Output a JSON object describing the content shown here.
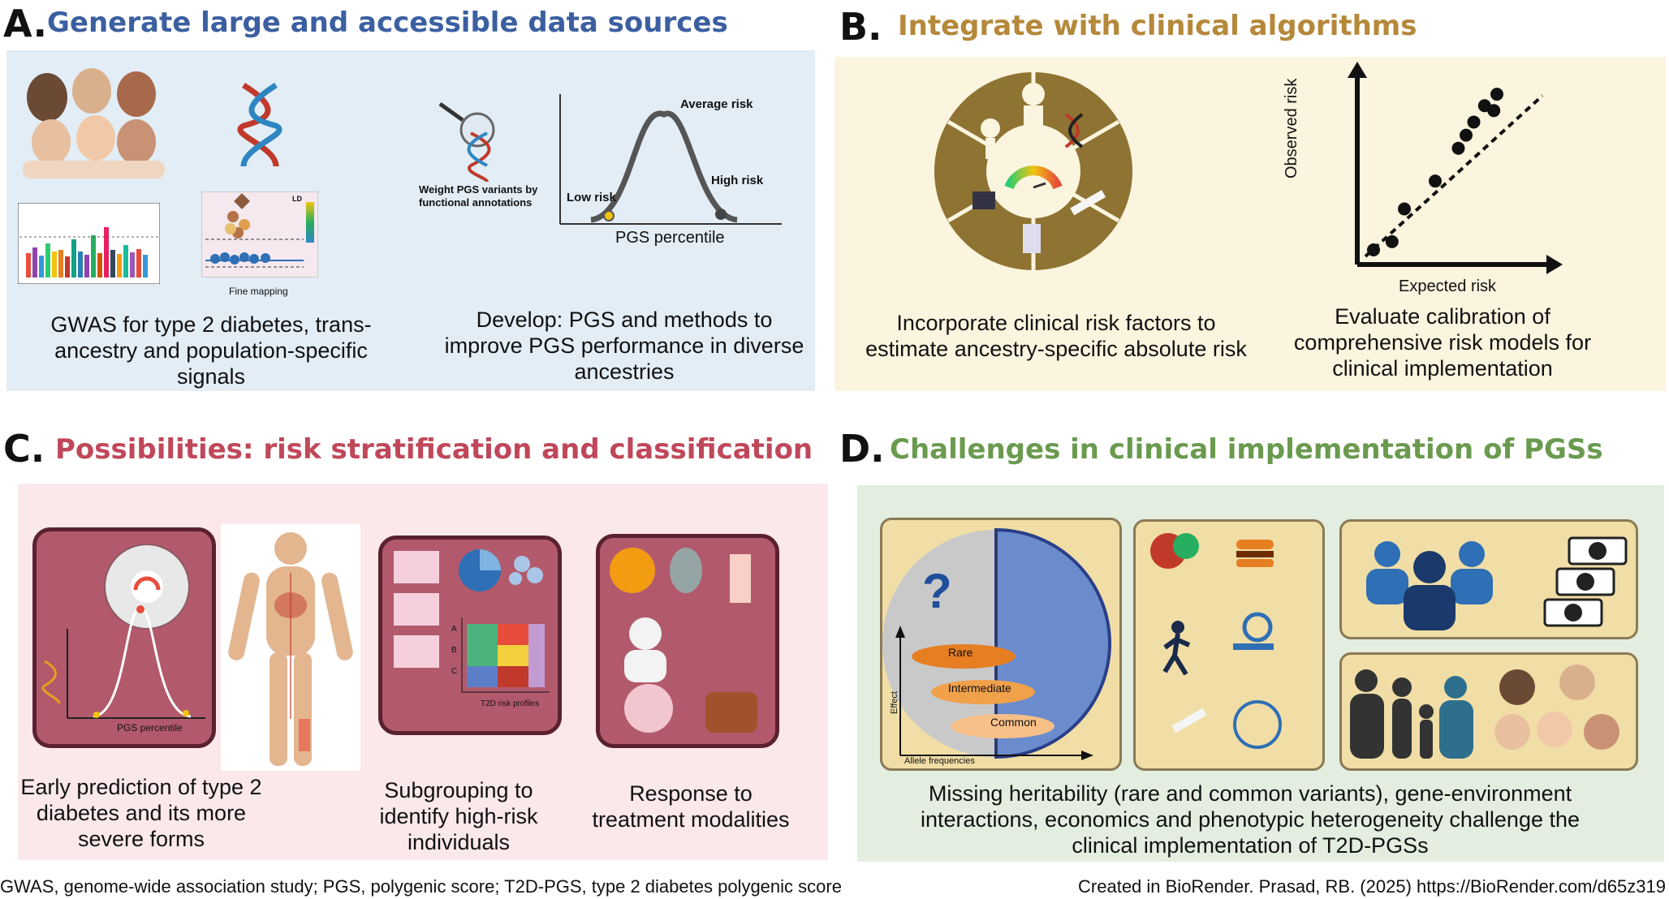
{
  "colors": {
    "panel_a_bg": "#e2edf6",
    "panel_b_bg": "#fbf4de",
    "panel_c_bg": "#fae8ea",
    "panel_d_bg": "#e3ede0",
    "title_a": "#3b5fa0",
    "title_b": "#b5883a",
    "title_c": "#c0475a",
    "title_d": "#6a9a4e"
  },
  "panel_a": {
    "letter": "A.",
    "title": "Generate large and accessible data sources",
    "fine_mapping": "Fine mapping",
    "ld": "LD",
    "weight_label_1": "Weight PGS variants by",
    "weight_label_2": "functional annotations",
    "curve_average": "Average risk",
    "curve_low": "Low risk",
    "curve_high": "High risk",
    "curve_xlabel": "PGS percentile",
    "caption_left": "GWAS for type 2 diabetes, trans-ancestry and population-specific signals",
    "caption_right": "Develop: PGS and methods to improve PGS performance in diverse ancestries"
  },
  "panel_b": {
    "letter": "B.",
    "title": "Integrate with clinical algorithms",
    "xlabel": "Expected risk",
    "ylabel": "Observed risk",
    "caption_left": "Incorporate clinical risk factors to estimate ancestry-specific absolute risk",
    "caption_right": "Evaluate calibration of comprehensive risk models for clinical implementation",
    "scatter": [
      [
        0.0,
        0.0
      ],
      [
        0.12,
        0.05
      ],
      [
        0.2,
        0.25
      ],
      [
        0.4,
        0.42
      ],
      [
        0.55,
        0.62
      ],
      [
        0.6,
        0.7
      ],
      [
        0.65,
        0.78
      ],
      [
        0.72,
        0.88
      ],
      [
        0.78,
        0.85
      ],
      [
        0.8,
        0.95
      ]
    ]
  },
  "panel_c": {
    "letter": "C.",
    "title": "Possibilities: risk stratification and classification",
    "pgs_percentile": "PGS percentile",
    "t2d_profiles": "T2D risk profiles",
    "group_labels": [
      "A",
      "B",
      "C"
    ],
    "caption_1": "Early prediction of type 2 diabetes and its more severe forms",
    "caption_2": "Subgrouping to identify high-risk individuals",
    "caption_3": "Response to treatment modalities"
  },
  "panel_d": {
    "letter": "D.",
    "title": "Challenges in clinical implementation of PGSs",
    "rare": "Rare",
    "intermediate": "Intermediate",
    "common": "Common",
    "effect": "Effect",
    "allele_freq": "Allele frequencies",
    "question": "?",
    "caption": "Missing heritability (rare and common variants), gene-environment interactions, economics and phenotypic heterogeneity challenge the clinical implementation of T2D-PGSs"
  },
  "footer": {
    "left": "GWAS, genome-wide association study; PGS, polygenic score; T2D-PGS, type 2 diabetes polygenic score",
    "right": "Created in BioRender. Prasad, RB. (2025) https://BioRender.com/d65z319"
  }
}
